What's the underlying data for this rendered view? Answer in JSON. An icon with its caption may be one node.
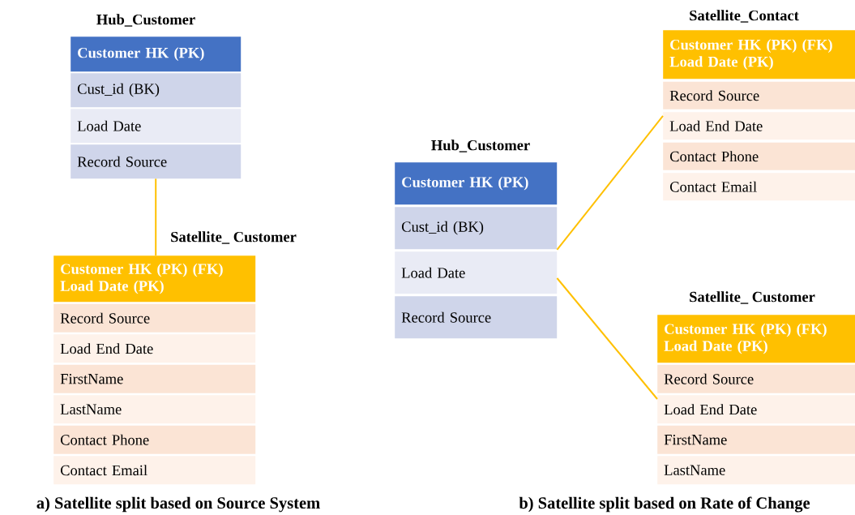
{
  "diagram": {
    "nodes": [
      {
        "text": [
          "Hub_Customer",
          "Customer HK (PK)",
          "Cust_id (BK)",
          "Load Date",
          "Record Source"
        ]
      },
      {
        "text": [
          "Satellite_ Customer",
          "Customer HK (PK) (FK) Load Date (PK)",
          "Record Source",
          "Load End Date",
          "FirstName",
          "LastName",
          "Contact Phone",
          "Contact Email"
        ]
      },
      {
        "text": [
          "Hub_Customer",
          "Customer HK (PK)",
          "Cust_id (BK)",
          "Load Date",
          "Record Source"
        ]
      },
      {
        "text": [
          "Satellite_Contact",
          "Customer HK (PK) (FK) Load Date (PK)",
          "Record Source",
          "Load End Date",
          "Contact Phone",
          "Contact Email"
        ]
      },
      {
        "text": [
          "Satellite_ Customer",
          "Customer HK (PK) (FK) Load Date (PK)",
          "Record Source",
          "Load End Date",
          "FirstName",
          "LastName"
        ]
      }
    ],
    "edges": [
      {
        "from": 0,
        "to": 1,
        "arrow": "none"
      },
      {
        "from": 2,
        "to": 3,
        "arrow": "none"
      },
      {
        "from": 2,
        "to": 4,
        "arrow": "none"
      }
    ],
    "labels": [
      "a) Satellite split based on Source System",
      "b) Satellite split based on Rate of Change"
    ]
  }
}
